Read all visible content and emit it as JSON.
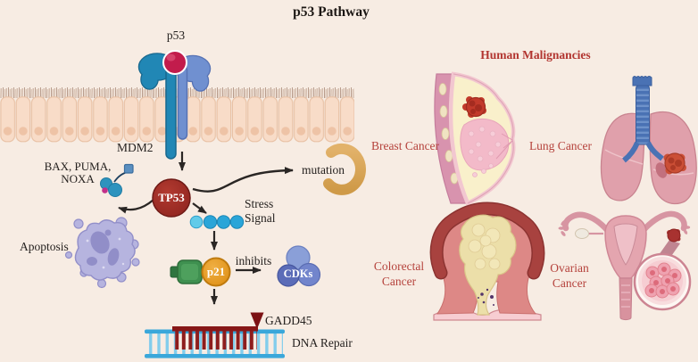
{
  "title": "p53 Pathway",
  "pathway": {
    "p53": "p53",
    "mdm2": "MDM2",
    "bax_line1": "BAX, PUMA,",
    "bax_line2": "NOXA",
    "tp53": "TP53",
    "mutation": "mutation",
    "stress_line1": "Stress",
    "stress_line2": "Signal",
    "apoptosis": "Apoptosis",
    "p21": "p21",
    "inhibits": "inhibits",
    "cdks": "CDKs",
    "gadd45": "GADD45",
    "dna_repair": "DNA Repair"
  },
  "malignancies": {
    "heading": "Human Malignancies",
    "breast": "Breast Cancer",
    "lung": "Lung Cancer",
    "colorectal_line1": "Colorectal",
    "colorectal_line2": "Cancer",
    "ovarian_line1": "Ovarian",
    "ovarian_line2": "Cancer"
  },
  "colors": {
    "background": "#f7ece3",
    "label_text": "#262220",
    "malignancy_label_red": "#b5423c",
    "heading_red": "#b23530",
    "tp53_node_red": "#9c2a23",
    "p21_node_orange": "#e0941c",
    "p21_anchor_green": "#3f9050",
    "cdks_node_blue": "#6f85cc",
    "stress_dot_blue": "#2aa5d8",
    "receptor_teal": "#2187b5",
    "receptor_blue": "#7090d0",
    "p53_ball_crimson": "#c21c4c",
    "mutation_gold": "#d9a556",
    "apoptosis_purple": "#b6b4df",
    "dna_blue": "#3aa7da",
    "dna_damage_red": "#8e1d1d",
    "membrane_peach": "#f8dcc8",
    "arrow_black": "#2a2624"
  }
}
